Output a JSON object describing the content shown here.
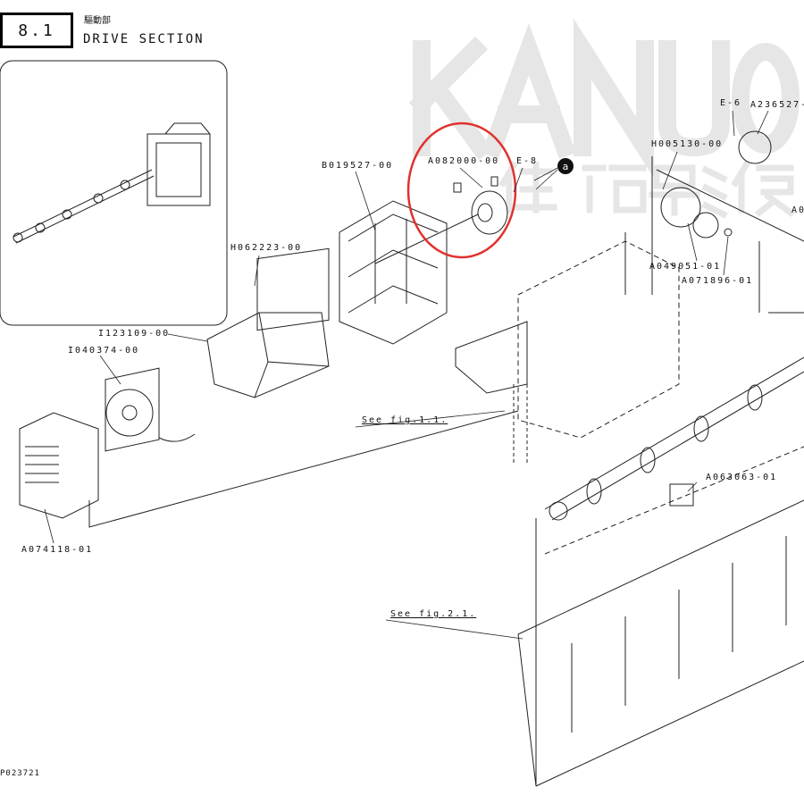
{
  "section": {
    "number": "8.1",
    "title_cn": "驅動部",
    "title": "DRIVE SECTION"
  },
  "watermark": {
    "text": "KANUO",
    "text_cn": "佳諾影像"
  },
  "highlight_color": "#e0322e",
  "callout": {
    "marker": "a"
  },
  "parts": [
    {
      "id": "A082000-00"
    },
    {
      "id": "E-8"
    },
    {
      "id": "B019527-00"
    },
    {
      "id": "H062223-00"
    },
    {
      "id": "I123109-00"
    },
    {
      "id": "I040374-00"
    },
    {
      "id": "A074118-01"
    },
    {
      "id": "E-6"
    },
    {
      "id": "A236527-"
    },
    {
      "id": "H005130-00"
    },
    {
      "id": "A049051-01"
    },
    {
      "id": "A071896-01"
    },
    {
      "id": "A0"
    },
    {
      "id": "A063063-01"
    }
  ],
  "references": [
    "See fig.1.1.",
    "See fig.2.1."
  ],
  "figure_code": "P023721"
}
